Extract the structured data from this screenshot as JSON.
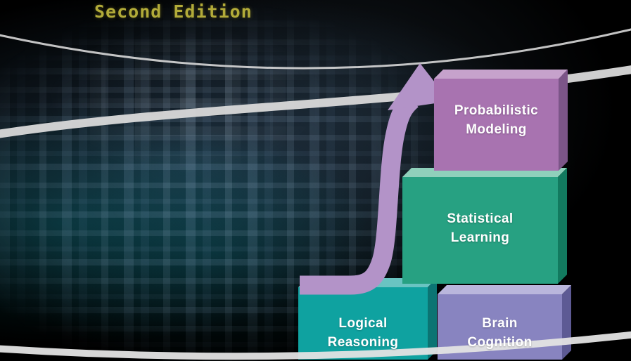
{
  "edition_label": "Second Edition",
  "blocks": [
    {
      "id": "probabilistic-modeling",
      "lines": [
        "Probabilistic",
        "Modeling"
      ],
      "color": "#a873b0"
    },
    {
      "id": "statistical-learning",
      "lines": [
        "Statistical",
        "Learning"
      ],
      "color": "#27a182"
    },
    {
      "id": "logical-reasoning",
      "lines": [
        "Logical",
        "Reasoning"
      ],
      "color": "#0fa2a0"
    },
    {
      "id": "brain-cognition",
      "lines": [
        "Brain",
        "Cognition"
      ],
      "color": "#8884c0"
    }
  ],
  "arrow": {
    "color": "#b393c8",
    "direction": "up"
  },
  "colors": {
    "background": "#000000",
    "edition_text": "#b2ab39",
    "arc": "#dcdcdc",
    "block_text": "#ffffff"
  }
}
